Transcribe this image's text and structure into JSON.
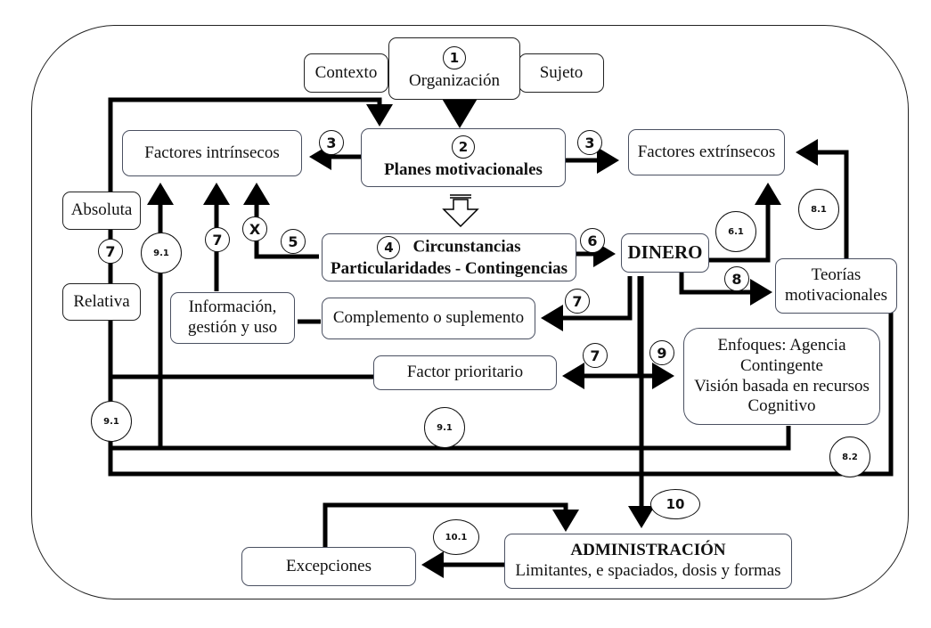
{
  "diagram": {
    "top": {
      "contexto": "Contexto",
      "organizacion": "Organización",
      "organizacion_num": "1",
      "sujeto": "Sujeto"
    },
    "planes": {
      "num": "2",
      "label": "Planes motivacionales"
    },
    "factores_intrinsecos": "Factores intrínsecos",
    "factores_extrinsecos": "Factores extrínsecos",
    "circunstancias": {
      "num": "4",
      "line1": "Circunstancias",
      "line2": "Particularidades  - Contingencias"
    },
    "dinero": "DINERO",
    "teorias": {
      "line1": "Teorías",
      "line2": "motivacionales"
    },
    "absoluta": "Absoluta",
    "relativa": "Relativa",
    "informacion": {
      "line1": "Información,",
      "line2": "gestión y uso"
    },
    "complemento": "Complemento o suplemento",
    "factor_prioritario": "Factor prioritario",
    "enfoques": {
      "line1": "Enfoques: Agencia",
      "line2": "Contingente",
      "line3": "Visión basada en recursos",
      "line4": "Cognitivo"
    },
    "administracion": {
      "title": "ADMINISTRACIÓN",
      "subtitle": "Limitantes, e spaciados, dosis y formas"
    },
    "excepciones": "Excepciones",
    "badges": {
      "b3_left": "3",
      "b3_right": "3",
      "b5": "5",
      "bX": "X",
      "b6": "6",
      "b6_1": "6.1",
      "b7_abs": "7",
      "b7_info": "7",
      "b7_comp": "7",
      "b7_prior": "7",
      "b8": "8",
      "b8_1": "8.1",
      "b8_2": "8.2",
      "b9": "9",
      "b9_1_top": "9.1",
      "b9_1_left": "9.1",
      "b9_1_mid": "9.1",
      "b10": "10",
      "b10_1": "10.1"
    }
  }
}
